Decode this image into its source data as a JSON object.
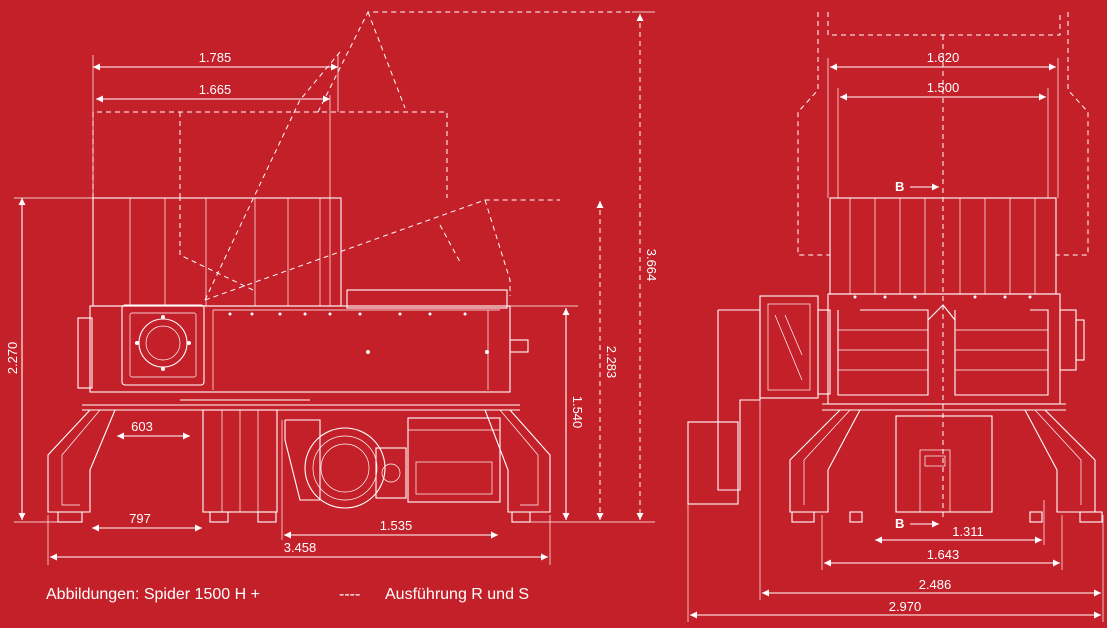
{
  "caption": {
    "text": "Abbildungen: Spider 1500 H +",
    "legend_dash": "----",
    "legend_text": "Ausführung R und S"
  },
  "side_view": {
    "dims": {
      "hopper_outer_width": "1.785",
      "hopper_inner_width": "1.665",
      "body_height": "2.270",
      "max_height_open": "3.664",
      "height_hopper_r_s": "2.283",
      "housing_height": "1.540",
      "leg_span_a": "603",
      "leg_span_b": "797",
      "drive_offset": "1.535",
      "total_length": "3.458"
    }
  },
  "front_view": {
    "section_marker": "B",
    "dims": {
      "hopper_outer_width": "1.620",
      "hopper_inner_width": "1.500",
      "inner_width": "1.311",
      "frame_width": "1.643",
      "width_with_drive": "2.486",
      "total_width": "2.970"
    }
  },
  "colors": {
    "background": "#c4202a",
    "lines": "#ffffff"
  }
}
